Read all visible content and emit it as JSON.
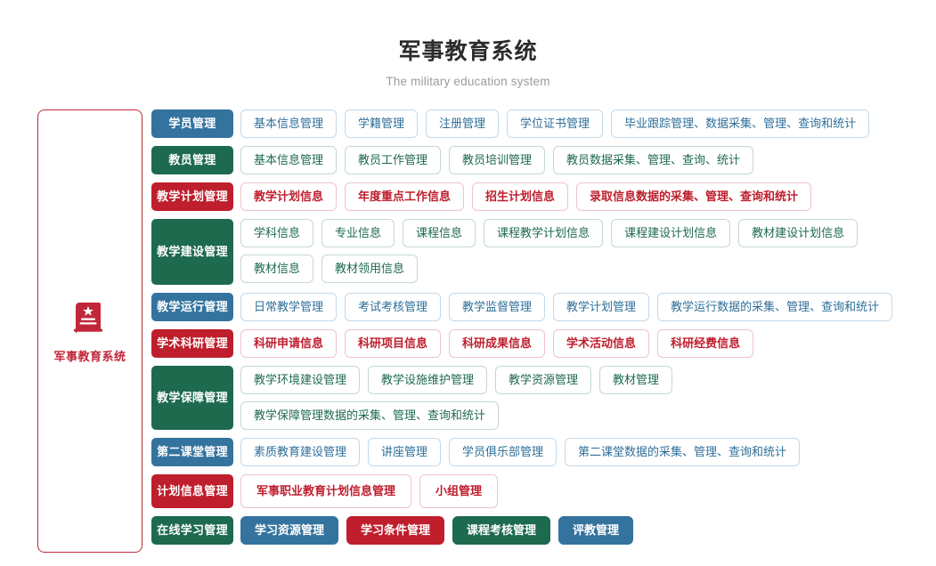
{
  "header": {
    "title": "军事教育系统",
    "subtitle": "The military education system"
  },
  "root": {
    "label": "军事教育系统",
    "icon": "book-star-icon",
    "color": "#c1273a"
  },
  "colors": {
    "blue": "#33739e",
    "green": "#1d6a4e",
    "red": "#bf1e2d",
    "chip_blue_border": "#c3d8e8",
    "chip_green_border": "#c4d8cf",
    "chip_red_border": "#eec3c8"
  },
  "rows": [
    {
      "label": "学员管理",
      "color": "blue",
      "items": [
        "基本信息管理",
        "学籍管理",
        "注册管理",
        "学位证书管理",
        "毕业跟踪管理、数据采集、管理、查询和统计"
      ]
    },
    {
      "label": "教员管理",
      "color": "green",
      "items": [
        "基本信息管理",
        "教员工作管理",
        "教员培训管理",
        "教员数据采集、管理、查询、统计"
      ]
    },
    {
      "label": "教学计划管理",
      "color": "red",
      "items": [
        "教学计划信息",
        "年度重点工作信息",
        "招生计划信息",
        "录取信息数据的采集、管理、查询和统计"
      ]
    },
    {
      "label": "教学建设管理",
      "color": "green",
      "two_line": true,
      "items": [
        "学科信息",
        "专业信息",
        "课程信息",
        "课程教学计划信息",
        "课程建设计划信息",
        "教材建设计划信息",
        "教材信息",
        "教材领用信息"
      ]
    },
    {
      "label": "教学运行管理",
      "color": "blue",
      "items": [
        "日常教学管理",
        "考试考核管理",
        "教学监督管理",
        "教学计划管理",
        "教学运行数据的采集、管理、查询和统计"
      ]
    },
    {
      "label": "学术科研管理",
      "color": "red",
      "items": [
        "科研申请信息",
        "科研项目信息",
        "科研成果信息",
        "学术活动信息",
        "科研经费信息"
      ]
    },
    {
      "label": "教学保障管理",
      "color": "green",
      "items": [
        "教学环境建设管理",
        "教学设施维护管理",
        "教学资源管理",
        "教材管理",
        "教学保障管理数据的采集、管理、查询和统计"
      ]
    },
    {
      "label": "第二课堂管理",
      "color": "blue",
      "items": [
        "素质教育建设管理",
        "讲座管理",
        "学员俱乐部管理",
        "第二课堂数据的采集、管理、查询和统计"
      ]
    },
    {
      "label": "计划信息管理",
      "color": "red",
      "tall": true,
      "items": [
        "军事职业教育计划信息管理",
        "小组管理"
      ]
    },
    {
      "label": "在线学习管理",
      "color": "green",
      "filled_items": true,
      "items": [
        {
          "text": "学习资源管理",
          "color": "blue"
        },
        {
          "text": "学习条件管理",
          "color": "red"
        },
        {
          "text": "课程考核管理",
          "color": "green"
        },
        {
          "text": "评教管理",
          "color": "blue"
        }
      ]
    }
  ]
}
